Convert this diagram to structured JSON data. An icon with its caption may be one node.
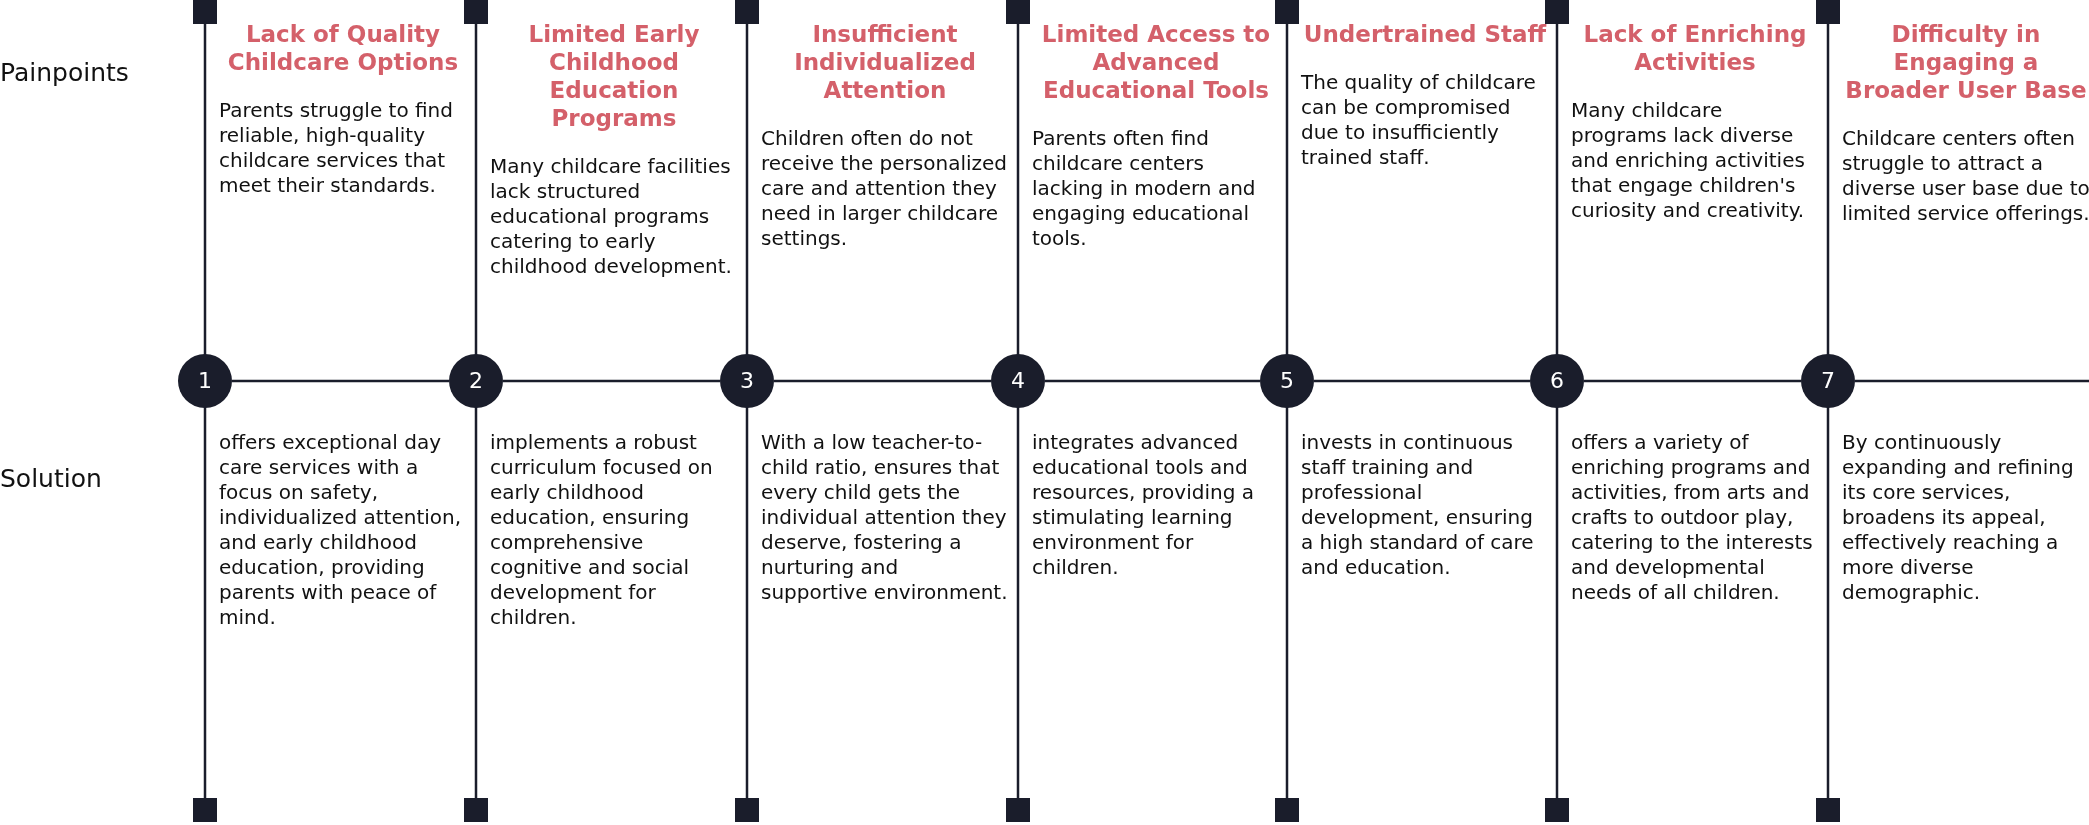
{
  "diagram": {
    "nodes": [
      {
        "text": [
          "Lack of Quality Childcare Options",
          "Parents struggle to find reliable, high-quality childcare services that meet their standards."
        ]
      },
      {
        "text": [
          "Limited Early Childhood Education Programs",
          "Many childcare facilities lack structured educational programs catering to early childhood development."
        ]
      },
      {
        "text": [
          "Insufficient Individualized Attention",
          "Children often do not receive the personalized care and attention they need in larger childcare settings."
        ]
      },
      {
        "text": [
          "Limited Access to Advanced Educational Tools",
          "Parents often find childcare centers lacking in modern and engaging educational tools."
        ]
      },
      {
        "text": [
          "Undertrained Staff",
          "The quality of childcare can be compromised due to insufficiently trained staff."
        ]
      },
      {
        "text": [
          "Lack of Enriching Activities",
          "Many childcare programs lack diverse and enriching activities that engage children's curiosity and creativity."
        ]
      },
      {
        "text": [
          "Difficulty in Engaging a Broader User Base",
          "Childcare centers often struggle to attract a diverse user base due to limited service offerings."
        ]
      },
      {
        "text": [
          "1"
        ]
      },
      {
        "text": [
          "2"
        ]
      },
      {
        "text": [
          "3"
        ]
      },
      {
        "text": [
          "4"
        ]
      },
      {
        "text": [
          "5"
        ]
      },
      {
        "text": [
          "6"
        ]
      },
      {
        "text": [
          "7"
        ]
      },
      {
        "text": [
          "offers exceptional day care services with a focus on safety, individualized attention, and early childhood education, providing parents with peace of mind."
        ]
      },
      {
        "text": [
          "implements a robust curriculum focused on early childhood education, ensuring comprehensive cognitive and social development for children."
        ]
      },
      {
        "text": [
          "With a low teacher-to-child ratio, ensures that every child gets the individual attention they deserve, fostering a nurturing and supportive environment."
        ]
      },
      {
        "text": [
          "integrates advanced educational tools and resources, providing a stimulating learning environment for children."
        ]
      },
      {
        "text": [
          "invests in continuous staff training and professional development, ensuring a high standard of care and education."
        ]
      },
      {
        "text": [
          "offers a variety of enriching programs and activities, from arts and crafts to outdoor play, catering to the interests and developmental needs of all children."
        ]
      },
      {
        "text": [
          "By continuously expanding and refining its core services, broadens its appeal, effectively reaching a more diverse demographic."
        ]
      }
    ],
    "edges": [
      {
        "from": 7,
        "to": 8,
        "arrow": "none"
      },
      {
        "from": 8,
        "to": 9,
        "arrow": "none"
      },
      {
        "from": 9,
        "to": 10,
        "arrow": "none"
      },
      {
        "from": 10,
        "to": 11,
        "arrow": "none"
      },
      {
        "from": 11,
        "to": 12,
        "arrow": "none"
      },
      {
        "from": 12,
        "to": 13,
        "arrow": "none"
      },
      {
        "from": 13,
        "to": null,
        "arrow": "none"
      }
    ],
    "labels": [
      "Painpoints",
      "Solution"
    ]
  }
}
